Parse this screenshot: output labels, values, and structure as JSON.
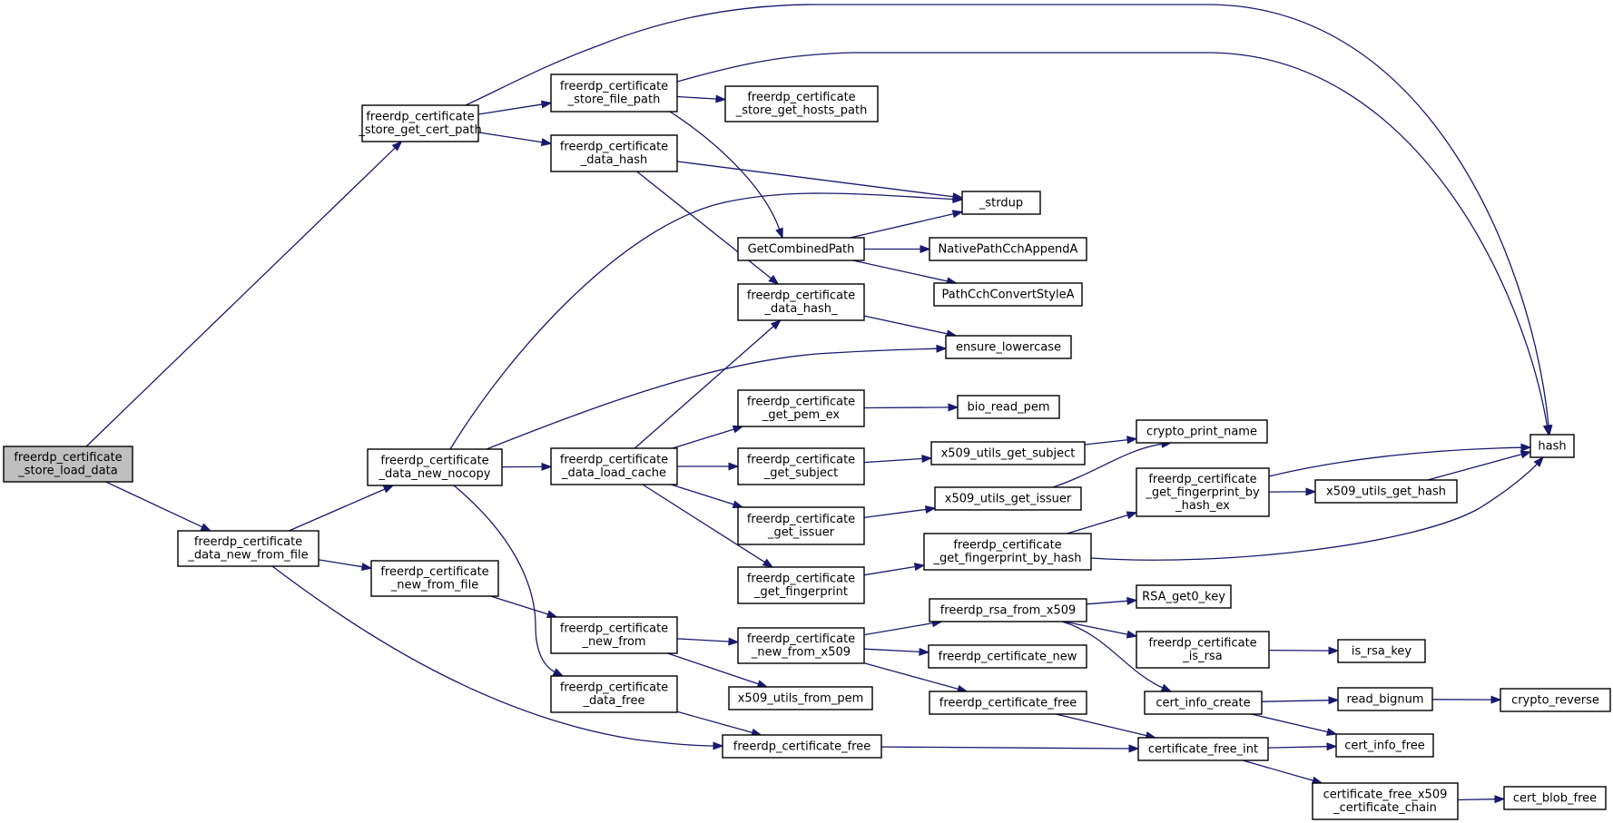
{
  "colors": {
    "edge": "#191970",
    "node_fill": "#ffffff",
    "root_fill": "#bfbfbf",
    "node_stroke": "#000000"
  },
  "nodes": [
    {
      "id": "store_load_data",
      "lines": [
        "freerdp_certificate",
        "_store_load_data"
      ],
      "root": true
    },
    {
      "id": "store_get_cert_path",
      "lines": [
        "freerdp_certificate",
        "_store_get_cert_path"
      ]
    },
    {
      "id": "data_new_from_file",
      "lines": [
        "freerdp_certificate",
        "_data_new_from_file"
      ]
    },
    {
      "id": "store_file_path",
      "lines": [
        "freerdp_certificate",
        "_store_file_path"
      ]
    },
    {
      "id": "data_hash",
      "lines": [
        "freerdp_certificate",
        "_data_hash"
      ]
    },
    {
      "id": "store_get_hosts_path",
      "lines": [
        "freerdp_certificate",
        "_store_get_hosts_path"
      ]
    },
    {
      "id": "hash",
      "lines": [
        "hash"
      ]
    },
    {
      "id": "strdup",
      "lines": [
        "_strdup"
      ]
    },
    {
      "id": "GetCombinedPath",
      "lines": [
        "GetCombinedPath"
      ]
    },
    {
      "id": "NativePathCchAppendA",
      "lines": [
        "NativePathCchAppendA"
      ]
    },
    {
      "id": "PathCchConvertStyleA",
      "lines": [
        "PathCchConvertStyleA"
      ]
    },
    {
      "id": "data_hash_",
      "lines": [
        "freerdp_certificate",
        "_data_hash_"
      ]
    },
    {
      "id": "ensure_lowercase",
      "lines": [
        "ensure_lowercase"
      ]
    },
    {
      "id": "data_new_nocopy",
      "lines": [
        "freerdp_certificate",
        "_data_new_nocopy"
      ]
    },
    {
      "id": "data_load_cache",
      "lines": [
        "freerdp_certificate",
        "_data_load_cache"
      ]
    },
    {
      "id": "get_pem_ex",
      "lines": [
        "freerdp_certificate",
        "_get_pem_ex"
      ]
    },
    {
      "id": "bio_read_pem",
      "lines": [
        "bio_read_pem"
      ]
    },
    {
      "id": "get_subject",
      "lines": [
        "freerdp_certificate",
        "_get_subject"
      ]
    },
    {
      "id": "x509_utils_get_subject",
      "lines": [
        "x509_utils_get_subject"
      ]
    },
    {
      "id": "crypto_print_name",
      "lines": [
        "crypto_print_name"
      ]
    },
    {
      "id": "get_issuer",
      "lines": [
        "freerdp_certificate",
        "_get_issuer"
      ]
    },
    {
      "id": "x509_utils_get_issuer",
      "lines": [
        "x509_utils_get_issuer"
      ]
    },
    {
      "id": "get_fingerprint_by_hash_ex",
      "lines": [
        "freerdp_certificate",
        "_get_fingerprint_by",
        "_hash_ex"
      ]
    },
    {
      "id": "x509_utils_get_hash",
      "lines": [
        "x509_utils_get_hash"
      ]
    },
    {
      "id": "get_fingerprint",
      "lines": [
        "freerdp_certificate",
        "_get_fingerprint"
      ]
    },
    {
      "id": "get_fingerprint_by_hash",
      "lines": [
        "freerdp_certificate",
        "_get_fingerprint_by_hash"
      ]
    },
    {
      "id": "new_from_file",
      "lines": [
        "freerdp_certificate",
        "_new_from_file"
      ]
    },
    {
      "id": "new_from",
      "lines": [
        "freerdp_certificate",
        "_new_from"
      ]
    },
    {
      "id": "new_from_x509",
      "lines": [
        "freerdp_certificate",
        "_new_from_x509"
      ]
    },
    {
      "id": "rsa_from_x509",
      "lines": [
        "freerdp_rsa_from_x509"
      ]
    },
    {
      "id": "RSA_get0_key",
      "lines": [
        "RSA_get0_key"
      ]
    },
    {
      "id": "is_rsa",
      "lines": [
        "freerdp_certificate",
        "_is_rsa"
      ]
    },
    {
      "id": "is_rsa_key",
      "lines": [
        "is_rsa_key"
      ]
    },
    {
      "id": "certificate_new",
      "lines": [
        "freerdp_certificate_new"
      ]
    },
    {
      "id": "data_free",
      "lines": [
        "freerdp_certificate",
        "_data_free"
      ]
    },
    {
      "id": "x509_utils_from_pem",
      "lines": [
        "x509_utils_from_pem"
      ]
    },
    {
      "id": "certificate_free_2",
      "lines": [
        "freerdp_certificate_free"
      ]
    },
    {
      "id": "cert_info_create",
      "lines": [
        "cert_info_create"
      ]
    },
    {
      "id": "read_bignum",
      "lines": [
        "read_bignum"
      ]
    },
    {
      "id": "crypto_reverse",
      "lines": [
        "crypto_reverse"
      ]
    },
    {
      "id": "cert_info_free",
      "lines": [
        "cert_info_free"
      ]
    },
    {
      "id": "certificate_free",
      "lines": [
        "freerdp_certificate_free"
      ]
    },
    {
      "id": "certificate_free_int",
      "lines": [
        "certificate_free_int"
      ]
    },
    {
      "id": "certificate_free_x509_chain",
      "lines": [
        "certificate_free_x509",
        "_certificate_chain"
      ]
    },
    {
      "id": "cert_blob_free",
      "lines": [
        "cert_blob_free"
      ]
    }
  ],
  "edges": [
    {
      "from": "store_load_data",
      "to": "store_get_cert_path"
    },
    {
      "from": "store_load_data",
      "to": "data_new_from_file"
    },
    {
      "from": "store_get_cert_path",
      "to": "store_file_path"
    },
    {
      "from": "store_get_cert_path",
      "to": "data_hash"
    },
    {
      "from": "store_get_cert_path",
      "to": "hash"
    },
    {
      "from": "store_file_path",
      "to": "store_get_hosts_path"
    },
    {
      "from": "store_file_path",
      "to": "hash"
    },
    {
      "from": "store_file_path",
      "to": "GetCombinedPath"
    },
    {
      "from": "data_hash",
      "to": "strdup"
    },
    {
      "from": "data_hash",
      "to": "data_hash_"
    },
    {
      "from": "GetCombinedPath",
      "to": "strdup"
    },
    {
      "from": "GetCombinedPath",
      "to": "NativePathCchAppendA"
    },
    {
      "from": "GetCombinedPath",
      "to": "PathCchConvertStyleA"
    },
    {
      "from": "data_hash_",
      "to": "ensure_lowercase"
    },
    {
      "from": "data_new_from_file",
      "to": "data_new_nocopy"
    },
    {
      "from": "data_new_from_file",
      "to": "new_from_file"
    },
    {
      "from": "data_new_from_file",
      "to": "certificate_free"
    },
    {
      "from": "data_new_nocopy",
      "to": "strdup"
    },
    {
      "from": "data_new_nocopy",
      "to": "ensure_lowercase"
    },
    {
      "from": "data_new_nocopy",
      "to": "data_load_cache"
    },
    {
      "from": "data_new_nocopy",
      "to": "data_free"
    },
    {
      "from": "data_load_cache",
      "to": "data_hash_"
    },
    {
      "from": "data_load_cache",
      "to": "get_pem_ex"
    },
    {
      "from": "data_load_cache",
      "to": "get_subject"
    },
    {
      "from": "data_load_cache",
      "to": "get_issuer"
    },
    {
      "from": "data_load_cache",
      "to": "get_fingerprint"
    },
    {
      "from": "get_pem_ex",
      "to": "bio_read_pem"
    },
    {
      "from": "get_subject",
      "to": "x509_utils_get_subject"
    },
    {
      "from": "x509_utils_get_subject",
      "to": "crypto_print_name"
    },
    {
      "from": "get_issuer",
      "to": "x509_utils_get_issuer"
    },
    {
      "from": "x509_utils_get_issuer",
      "to": "crypto_print_name"
    },
    {
      "from": "get_fingerprint",
      "to": "get_fingerprint_by_hash"
    },
    {
      "from": "get_fingerprint_by_hash",
      "to": "get_fingerprint_by_hash_ex"
    },
    {
      "from": "get_fingerprint_by_hash",
      "to": "hash"
    },
    {
      "from": "get_fingerprint_by_hash_ex",
      "to": "hash"
    },
    {
      "from": "get_fingerprint_by_hash_ex",
      "to": "x509_utils_get_hash"
    },
    {
      "from": "x509_utils_get_hash",
      "to": "hash"
    },
    {
      "from": "new_from_file",
      "to": "new_from"
    },
    {
      "from": "new_from",
      "to": "new_from_x509"
    },
    {
      "from": "new_from",
      "to": "x509_utils_from_pem"
    },
    {
      "from": "new_from_x509",
      "to": "rsa_from_x509"
    },
    {
      "from": "new_from_x509",
      "to": "certificate_new"
    },
    {
      "from": "new_from_x509",
      "to": "certificate_free_2"
    },
    {
      "from": "rsa_from_x509",
      "to": "RSA_get0_key"
    },
    {
      "from": "rsa_from_x509",
      "to": "is_rsa"
    },
    {
      "from": "rsa_from_x509",
      "to": "cert_info_create"
    },
    {
      "from": "is_rsa",
      "to": "is_rsa_key"
    },
    {
      "from": "cert_info_create",
      "to": "read_bignum"
    },
    {
      "from": "cert_info_create",
      "to": "cert_info_free"
    },
    {
      "from": "read_bignum",
      "to": "crypto_reverse"
    },
    {
      "from": "data_free",
      "to": "certificate_free"
    },
    {
      "from": "certificate_free",
      "to": "certificate_free_int"
    },
    {
      "from": "certificate_free_2",
      "to": "certificate_free_int"
    },
    {
      "from": "certificate_free_int",
      "to": "cert_info_free"
    },
    {
      "from": "certificate_free_int",
      "to": "certificate_free_x509_chain"
    },
    {
      "from": "certificate_free_x509_chain",
      "to": "cert_blob_free"
    }
  ]
}
